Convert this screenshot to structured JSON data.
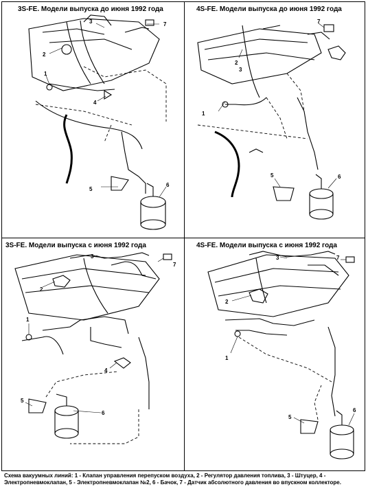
{
  "panels": [
    {
      "title": "3S-FE. Модели выпуска до июня 1992 года",
      "labels": [
        "1",
        "2",
        "3",
        "4",
        "5",
        "6",
        "7"
      ]
    },
    {
      "title": "4S-FE. Модели выпуска до июня 1992 года",
      "labels": [
        "1",
        "2",
        "3",
        "5",
        "6",
        "7"
      ]
    },
    {
      "title": "3S-FE. Модели выпуска с июня 1992 года",
      "labels": [
        "1",
        "2",
        "3",
        "4",
        "5",
        "6",
        "7"
      ]
    },
    {
      "title": "4S-FE. Модели выпуска с июня 1992 года",
      "labels": [
        "1",
        "2",
        "3",
        "5",
        "6",
        "7"
      ]
    }
  ],
  "caption": "Схема вакуумных линий: 1 - Клапан управления перепуском воздуха, 2 - Регулятор давления топлива, 3 - Штуцер, 4 - Электропневмоклапан, 5 - Электропневмоклапан №2, 6 - Бачок, 7 - Датчик абсолютного давления во впускном коллекторе."
}
